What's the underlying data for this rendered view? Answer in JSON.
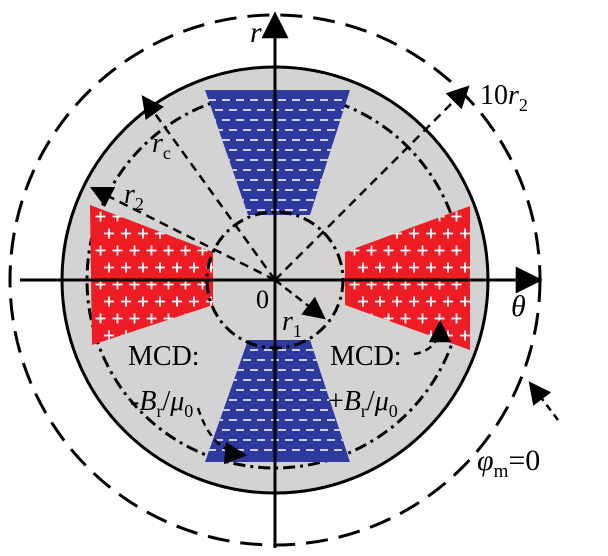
{
  "colors": {
    "background": "#ffffff",
    "domain_fill": "#d3d3d3",
    "positive_fill": "#ee1c25",
    "negative_fill": "#2e3a9d",
    "mark": "#ffffff",
    "line": "#000000"
  },
  "labels": {
    "axis_r": "r",
    "axis_theta": "θ",
    "origin": "0",
    "radius_1": {
      "base": "r",
      "sub": "1"
    },
    "radius_2": {
      "base": "r",
      "sub": "2"
    },
    "radius_c": {
      "base": "r",
      "sub": "c"
    },
    "outer_radius": {
      "coef": "10",
      "base": "r",
      "sub": "2"
    },
    "potential": {
      "base": "φ",
      "sub": "m",
      "rest": "=0"
    },
    "mcd_left": "MCD:",
    "mcd_right": "MCD:",
    "mcd_left_value": {
      "sign": "-",
      "base": "B",
      "sub": "r",
      "slash": "/",
      "mu": "μ",
      "mu_sub": "0"
    },
    "mcd_right_value": {
      "sign": "+",
      "base": "B",
      "sub": "r",
      "slash": "/",
      "mu": "μ",
      "mu_sub": "0"
    }
  },
  "magnets": [
    {
      "name": "magnet-top",
      "polarity": "negative",
      "mark": "−"
    },
    {
      "name": "magnet-right",
      "polarity": "positive",
      "mark": "+"
    },
    {
      "name": "magnet-bottom",
      "polarity": "negative",
      "mark": "−"
    },
    {
      "name": "magnet-left",
      "polarity": "positive",
      "mark": "+"
    }
  ]
}
